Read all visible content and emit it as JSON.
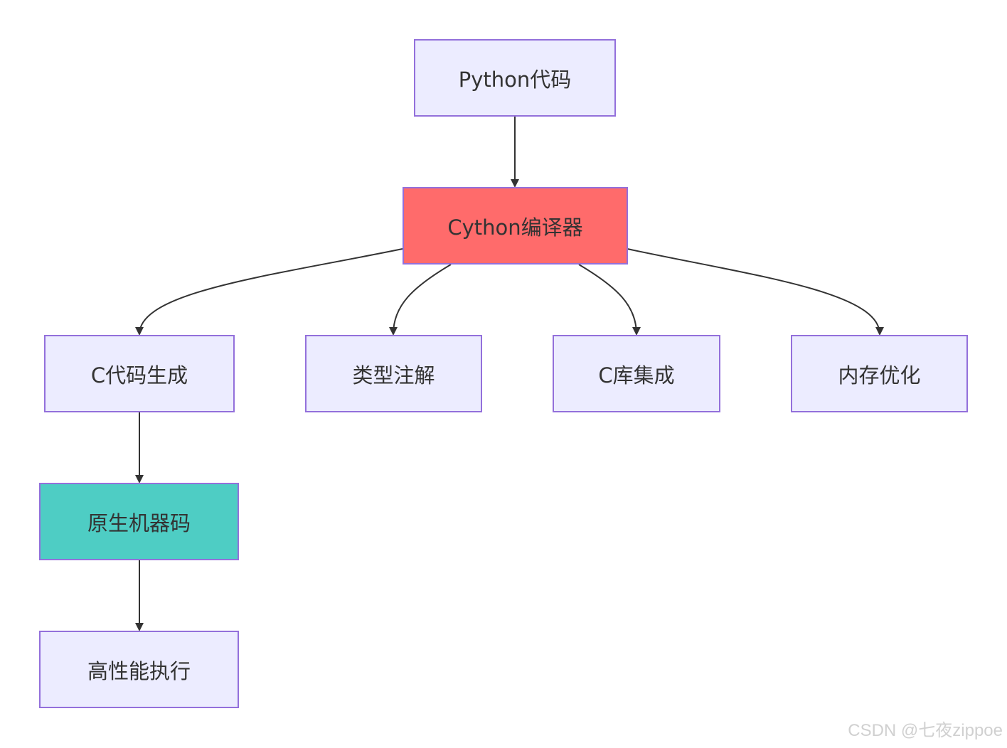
{
  "diagram": {
    "nodes": {
      "python_code": "Python代码",
      "cython_compiler": "Cython编译器",
      "c_codegen": "C代码生成",
      "type_annotation": "类型注解",
      "c_lib_integration": "C库集成",
      "memory_opt": "内存优化",
      "native_machine_code": "原生机器码",
      "high_perf_exec": "高性能执行"
    },
    "colors": {
      "node_fill": "#ececff",
      "node_border": "#9370db",
      "compiler_fill": "#ff6b6b",
      "machine_fill": "#4ecdc4",
      "edge": "#333333",
      "text": "#333333"
    },
    "edges": [
      [
        "python_code",
        "cython_compiler"
      ],
      [
        "cython_compiler",
        "c_codegen"
      ],
      [
        "cython_compiler",
        "type_annotation"
      ],
      [
        "cython_compiler",
        "c_lib_integration"
      ],
      [
        "cython_compiler",
        "memory_opt"
      ],
      [
        "c_codegen",
        "native_machine_code"
      ],
      [
        "native_machine_code",
        "high_perf_exec"
      ]
    ]
  },
  "watermark": "CSDN @七夜zippoe"
}
